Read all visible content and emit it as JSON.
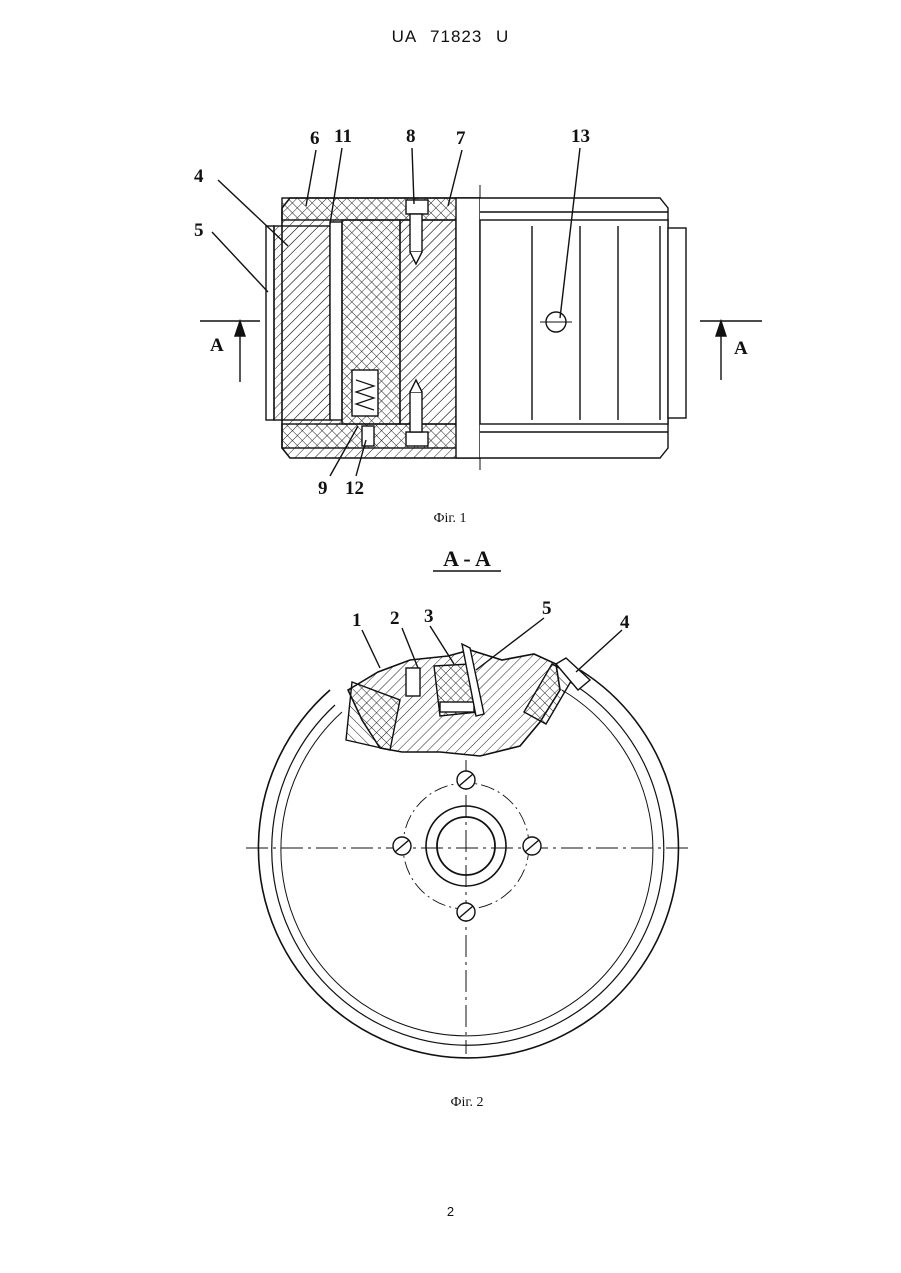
{
  "header": {
    "doc_id": "UA  71823  U"
  },
  "fig1": {
    "caption": "Фіг. 1",
    "section_mark_left": "A",
    "section_mark_right": "A",
    "callouts": {
      "c4": "4",
      "c5": "5",
      "c6": "6",
      "c11": "11",
      "c8": "8",
      "c7": "7",
      "c13": "13",
      "c9": "9",
      "c12": "12"
    }
  },
  "fig2": {
    "section_title": "A - A",
    "caption": "Фіг. 2",
    "callouts": {
      "c1": "1",
      "c2": "2",
      "c3": "3",
      "c5": "5",
      "c4": "4"
    }
  },
  "footer": {
    "page_number": "2"
  },
  "colors": {
    "ink": "#111111",
    "paper": "#ffffff"
  }
}
